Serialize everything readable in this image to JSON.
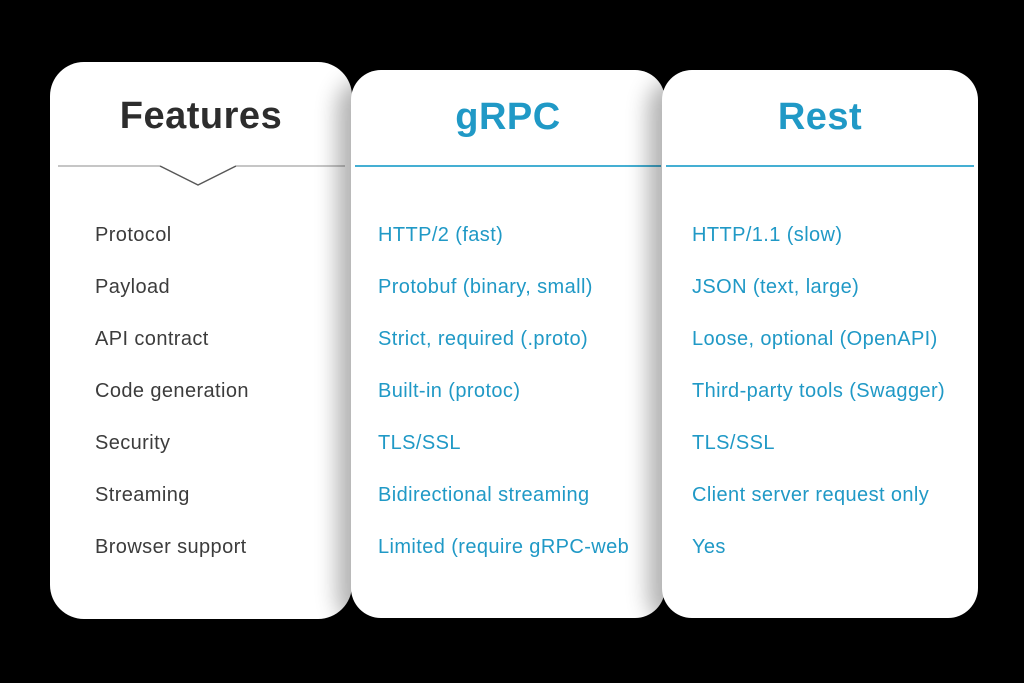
{
  "colors": {
    "background": "#000000",
    "card": "#ffffff",
    "accent": "#2099c6",
    "underline": "#45afd3",
    "features_title": "#2d2d2d",
    "feature_label": "#3c3c3c",
    "divider_line": "#a5a5a5",
    "divider_v": "#585858"
  },
  "features_card": {
    "title": "Features",
    "rows": [
      "Protocol",
      "Payload",
      "API contract",
      "Code generation",
      "Security",
      "Streaming",
      "Browser support"
    ]
  },
  "grpc_card": {
    "title": "gRPC",
    "rows": [
      "HTTP/2 (fast)",
      "Protobuf (binary, small)",
      "Strict, required (.proto)",
      "Built-in (protoc)",
      "TLS/SSL",
      "Bidirectional streaming",
      "Limited (require gRPC-web"
    ]
  },
  "rest_card": {
    "title": "Rest",
    "rows": [
      "HTTP/1.1 (slow)",
      "JSON (text, large)",
      "Loose, optional (OpenAPI)",
      "Third-party tools (Swagger)",
      "TLS/SSL",
      "Client server request only",
      "Yes"
    ]
  },
  "chart_data": {
    "type": "table",
    "title": "gRPC vs Rest feature comparison",
    "columns": [
      "Features",
      "gRPC",
      "Rest"
    ],
    "rows": [
      [
        "Protocol",
        "HTTP/2 (fast)",
        "HTTP/1.1 (slow)"
      ],
      [
        "Payload",
        "Protobuf (binary, small)",
        "JSON (text, large)"
      ],
      [
        "API contract",
        "Strict, required (.proto)",
        "Loose, optional (OpenAPI)"
      ],
      [
        "Code generation",
        "Built-in (protoc)",
        "Third-party tools (Swagger)"
      ],
      [
        "Security",
        "TLS/SSL",
        "TLS/SSL"
      ],
      [
        "Streaming",
        "Bidirectional streaming",
        "Client server request only"
      ],
      [
        "Browser support",
        "Limited (require gRPC-web",
        "Yes"
      ]
    ],
    "layout_hints": {
      "style": "three overlapping white rounded cards on black background",
      "value_text_color": "#2099c6",
      "grid": false
    }
  }
}
